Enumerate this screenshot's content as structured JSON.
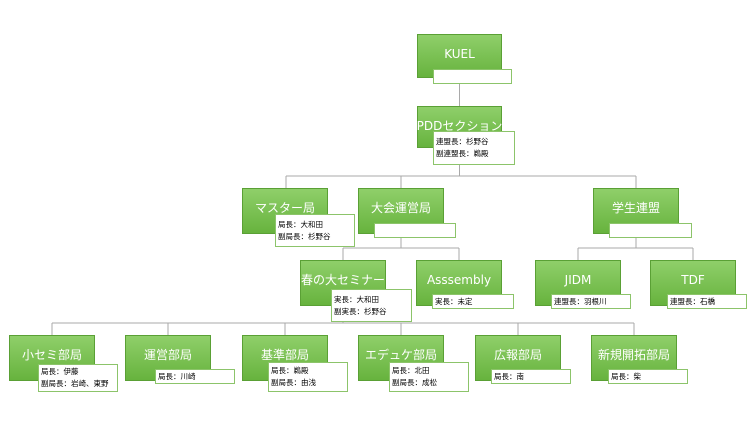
{
  "nodes": [
    {
      "id": "kuel",
      "title": "KUEL",
      "lines": []
    },
    {
      "id": "pdd",
      "title": "PDDセクション",
      "lines": [
        "連盟長：杉野谷",
        "副連盟長：鵜殿"
      ]
    },
    {
      "id": "master",
      "title": "マスター局",
      "lines": [
        "局長：大和田",
        "副局長：杉野谷"
      ]
    },
    {
      "id": "taikai",
      "title": "大会運営局",
      "lines": []
    },
    {
      "id": "gakusei",
      "title": "学生連盟",
      "lines": []
    },
    {
      "id": "haru",
      "title": "春の大セミナー",
      "lines": [
        "実長：大和田",
        "副実長：杉野谷"
      ]
    },
    {
      "id": "asssembly",
      "title": "Asssembly",
      "lines": [
        "実長：未定"
      ]
    },
    {
      "id": "jidm",
      "title": "JIDM",
      "lines": [
        "連盟長：羽根川"
      ]
    },
    {
      "id": "tdf",
      "title": "TDF",
      "lines": [
        "連盟長：石橋"
      ]
    },
    {
      "id": "koseminar",
      "title": "小セミ部局",
      "lines": [
        "局長：伊藤",
        "副局長：岩崎、東野"
      ]
    },
    {
      "id": "unei",
      "title": "運営部局",
      "lines": [
        "局長：川崎"
      ]
    },
    {
      "id": "kijun",
      "title": "基準部局",
      "lines": [
        "局長：鵜殿",
        "副局長：由浅"
      ]
    },
    {
      "id": "educate",
      "title": "エデュケ部局",
      "lines": [
        "局長：北田",
        "副局長：成松"
      ]
    },
    {
      "id": "kouhou",
      "title": "広報部局",
      "lines": [
        "局長：南"
      ]
    },
    {
      "id": "shinki",
      "title": "新規開拓部局",
      "lines": [
        "局長：柴"
      ]
    }
  ]
}
